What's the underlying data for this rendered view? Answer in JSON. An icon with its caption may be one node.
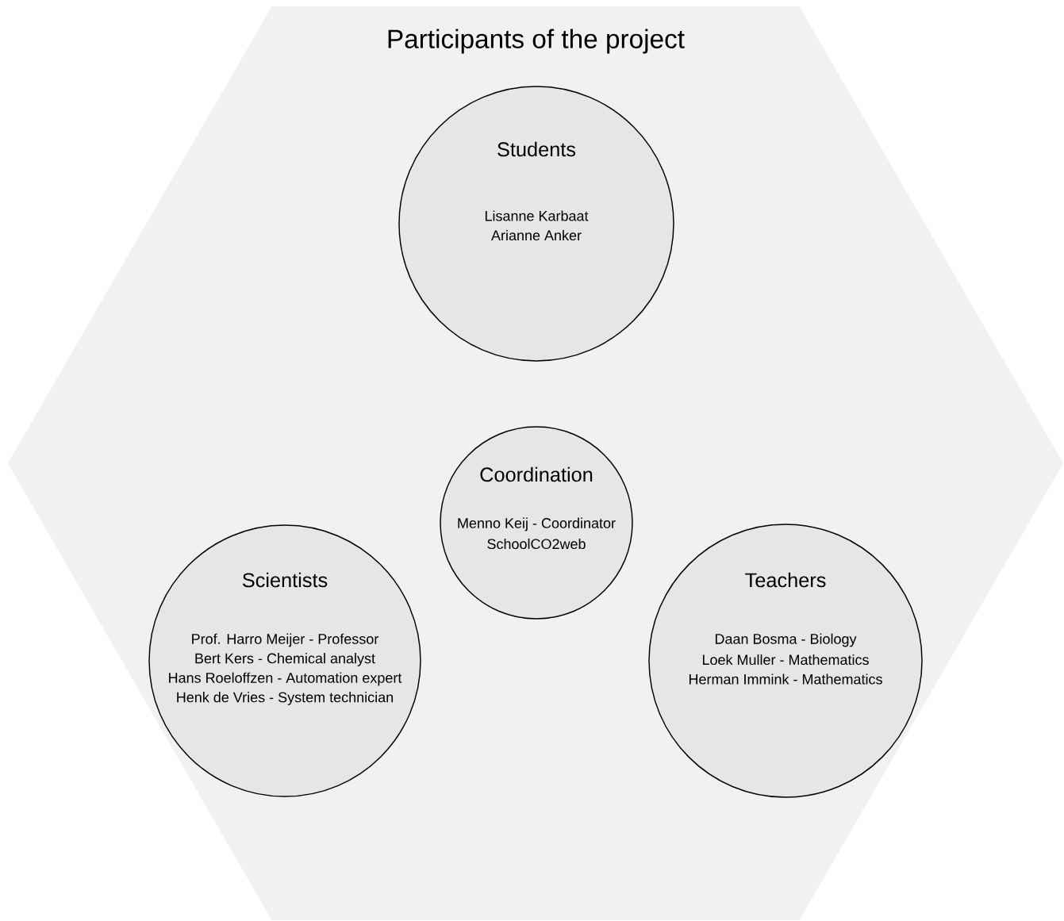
{
  "diagram": {
    "nodes": [
      {
        "text": [
          "Participants of the project"
        ]
      },
      {
        "text": [
          "Students",
          "Lisanne Karbaat",
          "Arianne Anker"
        ],
        "in": 0
      },
      {
        "text": [
          "Coordination",
          "Menno Keij - Coordinator",
          "SchoolCO2web"
        ],
        "in": 0
      },
      {
        "text": [
          "Scientists",
          "Prof. Harro Meijer - Professor",
          "Bert Kers - Chemical analyst",
          "Hans Roeloffzen - Automation expert",
          "Henk de Vries - System technician"
        ],
        "in": 0
      },
      {
        "text": [
          "Teachers",
          "Daan Bosma - Biology",
          "Loek Muller - Mathematics",
          "Herman Immink - Mathematics"
        ],
        "in": 0
      }
    ]
  }
}
